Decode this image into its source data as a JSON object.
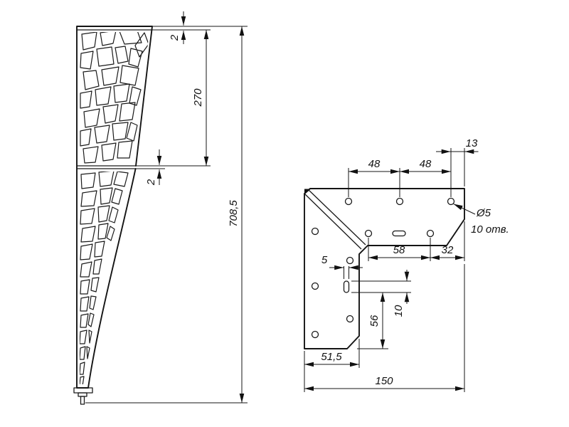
{
  "drawing": {
    "colors": {
      "line": "#111111",
      "background": "#ffffff"
    },
    "left_view": {
      "dims": {
        "top_thickness": "2",
        "upper_section_height": "270",
        "mid_thickness": "2",
        "total_height": "708,5"
      }
    },
    "right_view": {
      "dims": {
        "edge_offset": "13",
        "pitch_a": "48",
        "pitch_b": "48",
        "mid_pitch": "58",
        "mid_right": "32",
        "slot_width": "5",
        "slot_length": "10",
        "lower_span": "56",
        "base_width": "51,5",
        "total_width": "150"
      },
      "labels": {
        "hole_diameter": "Ø5",
        "hole_count": "10 отв."
      }
    }
  }
}
